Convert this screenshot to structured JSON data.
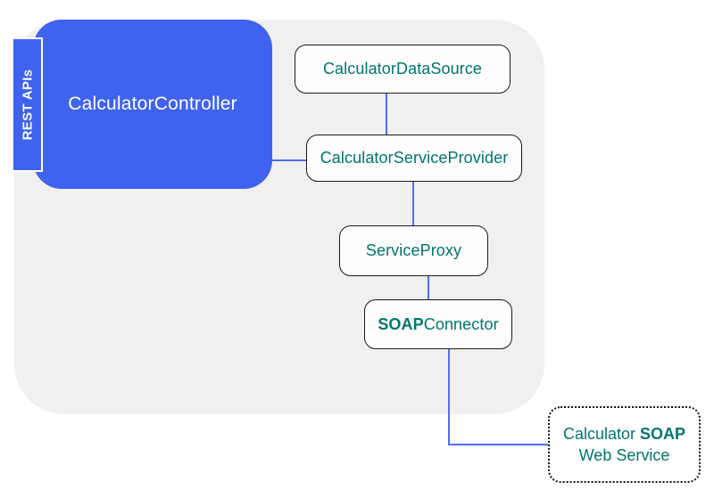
{
  "diagram": {
    "rest_apis_tab": {
      "label": "REST APIs"
    },
    "controller": {
      "label": "CalculatorController"
    },
    "nodes": {
      "data_source": {
        "label": "CalculatorDataSource"
      },
      "service_provider": {
        "label": "CalculatorServiceProvider"
      },
      "service_proxy": {
        "label": "ServiceProxy"
      },
      "soap_connector": {
        "label_bold": "SOAP",
        "label_regular": "Connector"
      },
      "web_service": {
        "line1_regular": "Calculator ",
        "line1_bold": "SOAP",
        "line2": "Web Service"
      }
    },
    "colors": {
      "accent_blue": "#3f63ee",
      "connector_line_blue": "#4f6ff3",
      "node_text_teal": "#00756d",
      "backdrop_gray": "#f0f0f1",
      "node_border": "#1a1a1a",
      "page_background": "#ffffff"
    }
  }
}
